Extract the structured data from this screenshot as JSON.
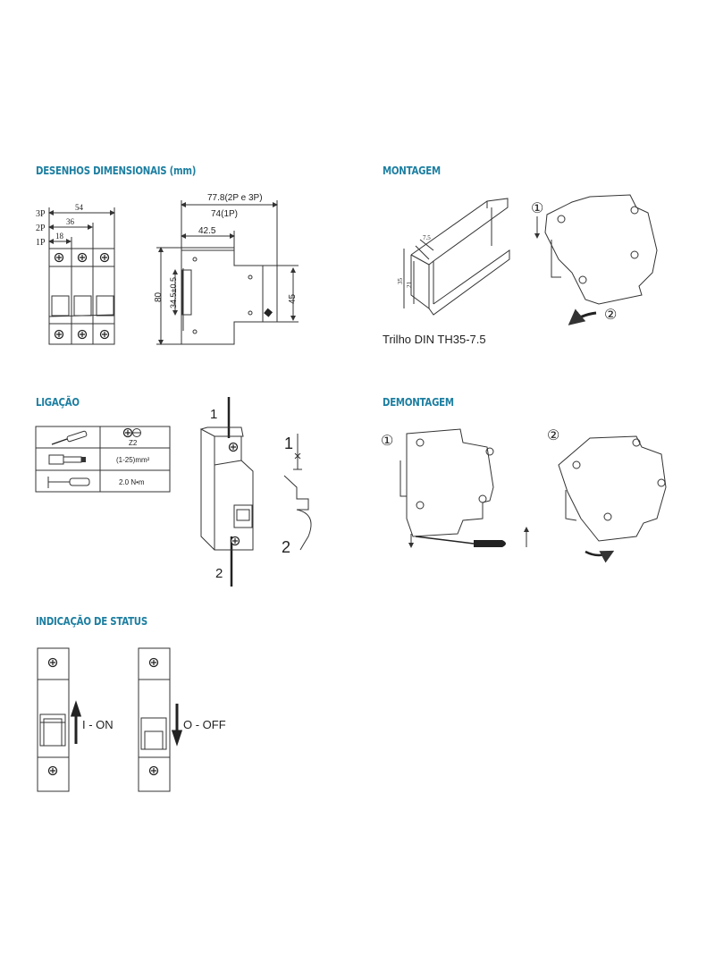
{
  "sections": {
    "dimensional": {
      "title": "DESENHOS DIMENSIONAIS (mm)",
      "poles": [
        "3P",
        "2P",
        "1P"
      ],
      "width_3p": "54",
      "width_2p": "36",
      "width_1p": "18",
      "depth_multi": "77.8(2P e 3P)",
      "depth_1p": "74(1P)",
      "depth_rail": "42.5",
      "height": "80",
      "rail_height": "34.5±0.5",
      "front_height": "45"
    },
    "mounting": {
      "title": "MONTAGEM",
      "rail_caption": "Trilho DIN TH35-7.5",
      "rail_dims": [
        "7.5",
        "35",
        "21"
      ],
      "steps": [
        "①",
        "②"
      ]
    },
    "wiring": {
      "title": "LIGAÇÃO",
      "table": [
        {
          "tool": "screwdriver-icon",
          "value": "Z2"
        },
        {
          "tool": "wire-ferrule-icon",
          "value": "(1-25)mm²"
        },
        {
          "tool": "torque-screwdriver-icon",
          "value": "2.0 N•m"
        }
      ],
      "terminal_top": "1",
      "terminal_bottom": "2",
      "symbol_top": "1",
      "symbol_bottom": "2"
    },
    "dismounting": {
      "title": "DEMONTAGEM",
      "steps": [
        "①",
        "②"
      ]
    },
    "status": {
      "title": "INDICAÇÃO DE STATUS",
      "on_label": "I - ON",
      "off_label": "O - OFF"
    }
  },
  "colors": {
    "heading": "#1d7fa1"
  }
}
